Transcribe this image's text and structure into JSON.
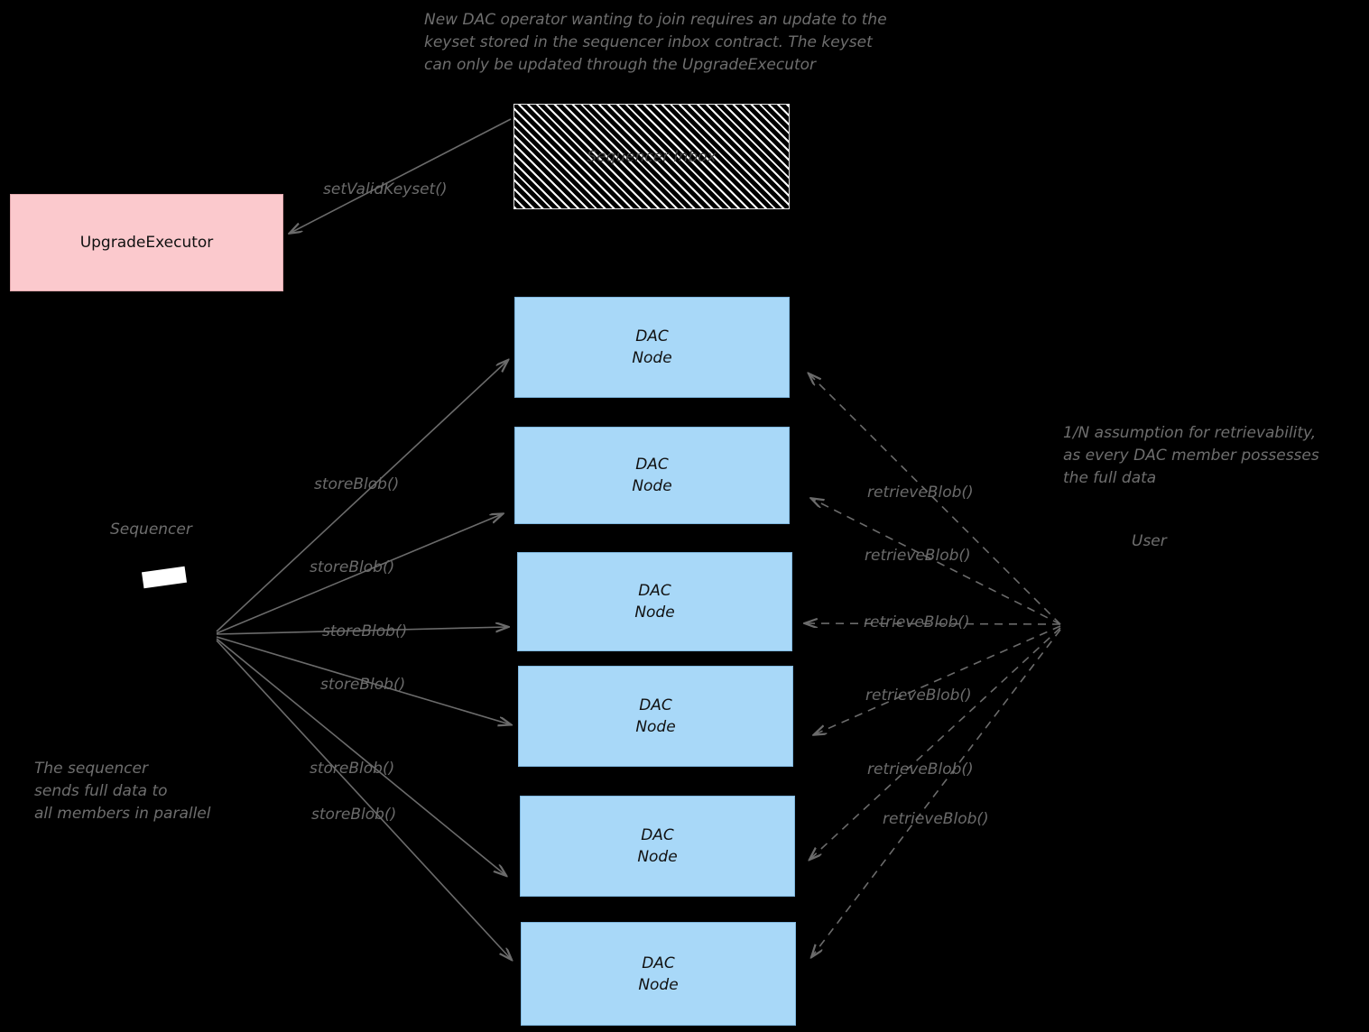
{
  "diagram": {
    "title_note": "New DAC operator wanting to join requires an update to the\nkeyset stored in the sequencer inbox contract. The keyset\ncan only be updated through the UpgradeExecutor",
    "retrievability_note": "1/N assumption for retrievability,\nas every DAC member possesses\nthe full data",
    "sequencer_note": "The sequencer\nsends full data to\nall members in parallel",
    "sequencer_label": "Sequencer",
    "user_label": "User",
    "upgrade_executor_label": "UpgradeExecutor",
    "sequencer_inbox_label": "Sequencer\nInbox",
    "set_valid_keyset_label": "setValidKeyset()",
    "nodes": [
      {
        "line1": "DAC",
        "line2": "Node"
      },
      {
        "line1": "DAC",
        "line2": "Node"
      },
      {
        "line1": "DAC",
        "line2": "Node"
      },
      {
        "line1": "DAC",
        "line2": "Node"
      },
      {
        "line1": "DAC",
        "line2": "Node"
      },
      {
        "line1": "DAC",
        "line2": "Node"
      }
    ],
    "store_labels": [
      "storeBlob()",
      "storeBlob()",
      "storeBlob()",
      "storeBlob()",
      "storeBlob()",
      "storeBlob()"
    ],
    "retrieve_labels": [
      "retrieveBlob()",
      "retrieveBlob()",
      "retrieveBlob()",
      "retrieveBlob()",
      "retrieveBlob()",
      "retrieveBlob()"
    ],
    "colors": {
      "background": "#000000",
      "node_fill": "#a8d8f8",
      "upgrade_fill": "#fbc9cd",
      "arrow": "#6b6b6b",
      "note_text": "#6e6e6e"
    }
  }
}
